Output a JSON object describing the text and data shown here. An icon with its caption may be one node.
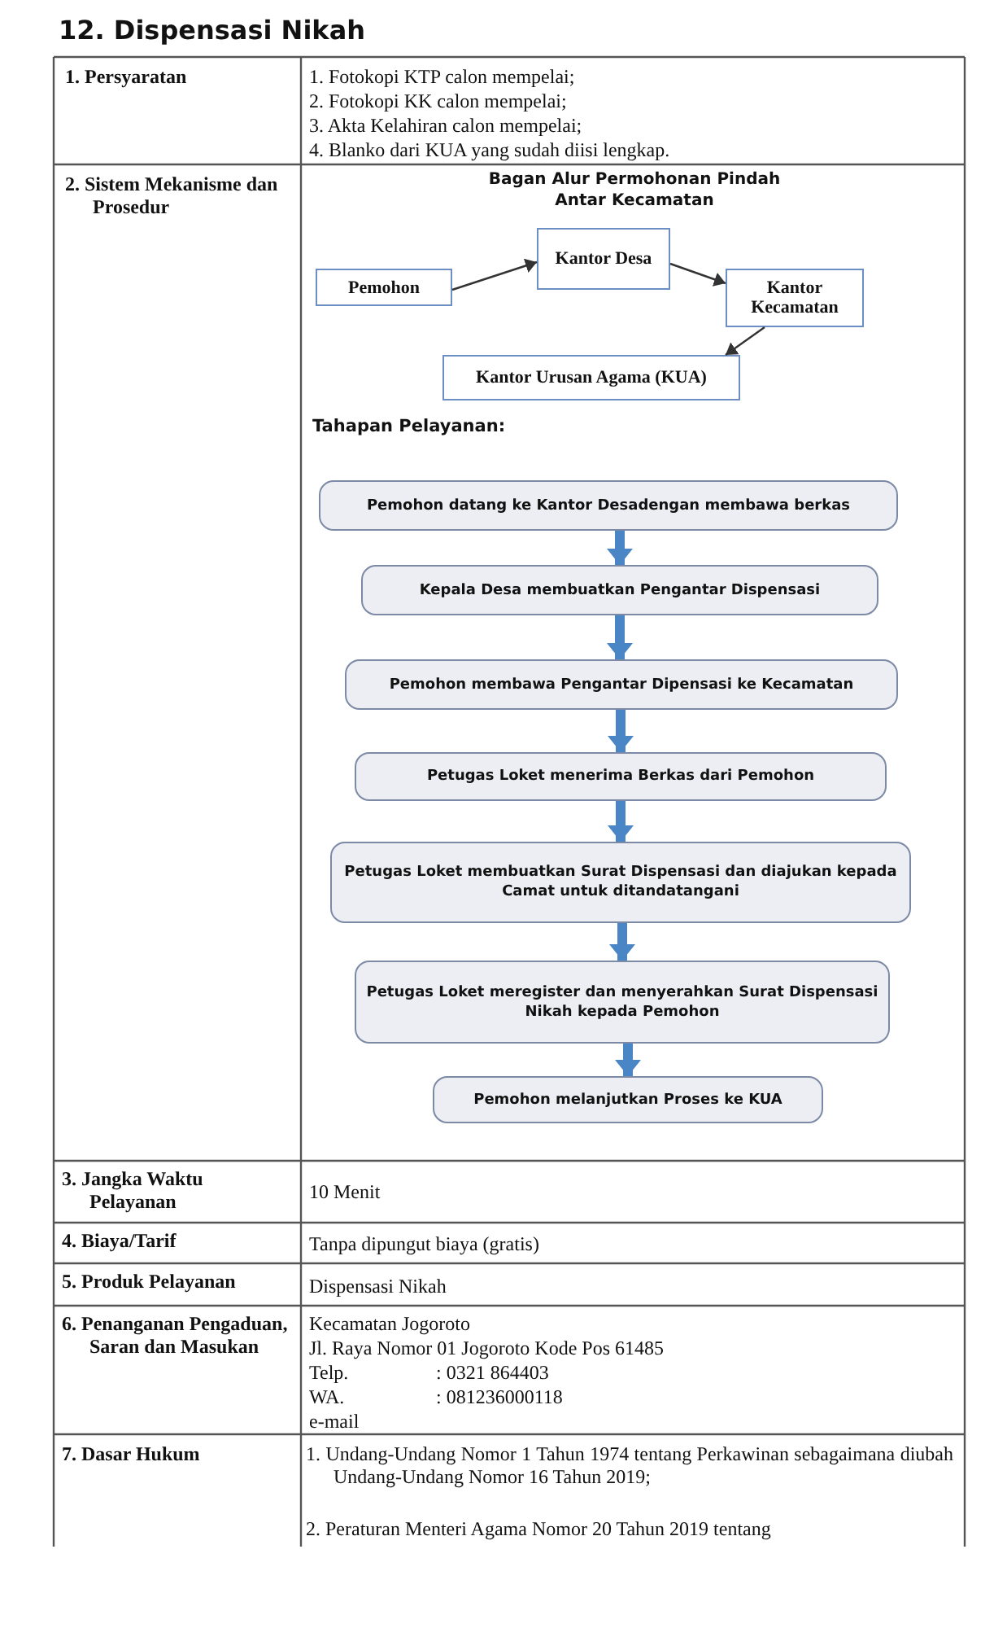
{
  "diagram": {
    "title": "12. Dispensasi Nikah",
    "nodes": [
      {
        "text": [
          "Pemohon"
        ]
      },
      {
        "text": [
          "Kantor Desa"
        ]
      },
      {
        "text": [
          "Kantor Kecamatan"
        ]
      },
      {
        "text": [
          "Kantor Urusan Agama (KUA)"
        ]
      },
      {
        "text": [
          "Pemohon datang ke Kantor Desadengan membawa berkas"
        ]
      },
      {
        "text": [
          "Kepala Desa membuatkan Pengantar Dispensasi"
        ]
      },
      {
        "text": [
          "Pemohon membawa Pengantar Dipensasi ke Kecamatan"
        ]
      },
      {
        "text": [
          "Petugas Loket menerima Berkas dari Pemohon"
        ]
      },
      {
        "text": [
          "Petugas Loket membuatkan Surat Dispensasi dan diajukan kepada Camat untuk ditandatangani"
        ]
      },
      {
        "text": [
          "Petugas Loket meregister dan menyerahkan Surat Dispensasi Nikah kepada Pemohon"
        ]
      },
      {
        "text": [
          "Pemohon melanjutkan Proses ke KUA"
        ]
      }
    ],
    "edges": [
      {
        "from": 0,
        "to": 1,
        "arrow": "to",
        "color": "#333333"
      },
      {
        "from": 1,
        "to": 2,
        "arrow": "to",
        "color": "#333333"
      },
      {
        "from": 2,
        "to": 3,
        "arrow": "to",
        "color": "#333333"
      },
      {
        "from": 4,
        "to": 5,
        "arrow": "to"
      },
      {
        "from": 5,
        "to": 6,
        "arrow": "to"
      },
      {
        "from": 6,
        "to": 7,
        "arrow": "to"
      },
      {
        "from": 7,
        "to": 8,
        "arrow": "to"
      },
      {
        "from": 8,
        "to": 9,
        "arrow": "to"
      },
      {
        "from": 9,
        "to": 10,
        "arrow": "to"
      }
    ],
    "labels": [
      "1. Persyaratan",
      "1. Fotokopi KTP calon mempelai;",
      "2. Fotokopi KK calon mempelai;",
      "3. Akta Kelahiran calon mempelai;",
      "4. Blanko dari KUA yang sudah diisi lengkap.",
      "2. Sistem Mekanisme dan Prosedur",
      "Bagan Alur Permohonan Pindah Antar Kecamatan",
      "Tahapan Pelayanan:",
      "3. Jangka Waktu Pelayanan",
      "10 Menit",
      "4. Biaya/Tarif",
      "Tanpa dipungut biaya (gratis)",
      "5. Produk Pelayanan",
      "Dispensasi Nikah",
      "6. Penanganan Pengaduan, Saran dan Masukan",
      "Kecamatan Jogoroto",
      "Jl. Raya Nomor 01 Jogoroto Kode Pos 61485",
      "Telp.",
      ": 0321 864403",
      "WA.",
      ": 081236000118",
      "e-mail",
      "7. Dasar Hukum",
      "1. Undang-Undang Nomor 1 Tahun 1974 tentang Perkawinan sebagaimana diubah Undang-Undang Nomor 16 Tahun 2019;",
      "2. Peraturan Menteri Agama Nomor 20 Tahun 2019 tentang"
    ]
  }
}
